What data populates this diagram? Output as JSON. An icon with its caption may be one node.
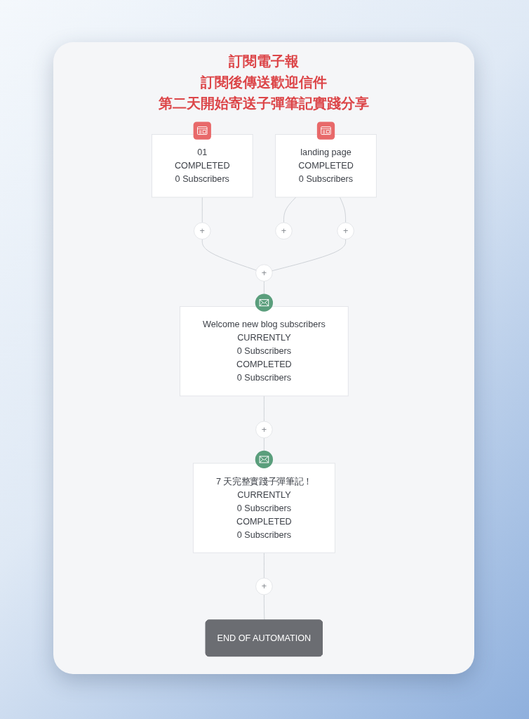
{
  "diagram": {
    "nodes": [
      {
        "text": [
          "01",
          "COMPLETED",
          "0 Subscribers"
        ]
      },
      {
        "text": [
          "landing page",
          "COMPLETED",
          "0 Subscribers"
        ]
      },
      {
        "text": [
          "+"
        ]
      },
      {
        "text": [
          "+"
        ]
      },
      {
        "text": [
          "+"
        ]
      },
      {
        "text": [
          "+"
        ]
      },
      {
        "text": [
          "Welcome new blog subscribers",
          "CURRENTLY",
          "0 Subscribers",
          "COMPLETED",
          "0 Subscribers"
        ]
      },
      {
        "text": [
          "+"
        ]
      },
      {
        "text": [
          "7 天完整實踐子彈筆記！",
          "CURRENTLY",
          "0 Subscribers",
          "COMPLETED",
          "0 Subscribers"
        ]
      },
      {
        "text": [
          "+"
        ]
      },
      {
        "text": [
          "END OF AUTOMATION"
        ]
      }
    ],
    "edges": [
      {
        "from": 1,
        "to": 2,
        "arrow": "none"
      },
      {
        "from": 0,
        "to": 3,
        "arrow": "none"
      },
      {
        "from": 1,
        "to": 4,
        "arrow": "none"
      },
      {
        "from": 3,
        "to": 5,
        "arrow": "none"
      },
      {
        "from": 4,
        "to": 5,
        "arrow": "none"
      },
      {
        "from": 5,
        "to": 6,
        "arrow": "none"
      },
      {
        "from": 6,
        "to": 7,
        "arrow": "none"
      },
      {
        "from": 7,
        "to": 8,
        "arrow": "none"
      },
      {
        "from": 8,
        "to": 9,
        "arrow": "none"
      },
      {
        "from": 9,
        "to": 10,
        "arrow": "none"
      }
    ],
    "labels": [
      "訂閱電子報",
      "訂閱後傳送歡迎信件",
      "第二天開始寄送子彈筆記實踐分享"
    ]
  }
}
